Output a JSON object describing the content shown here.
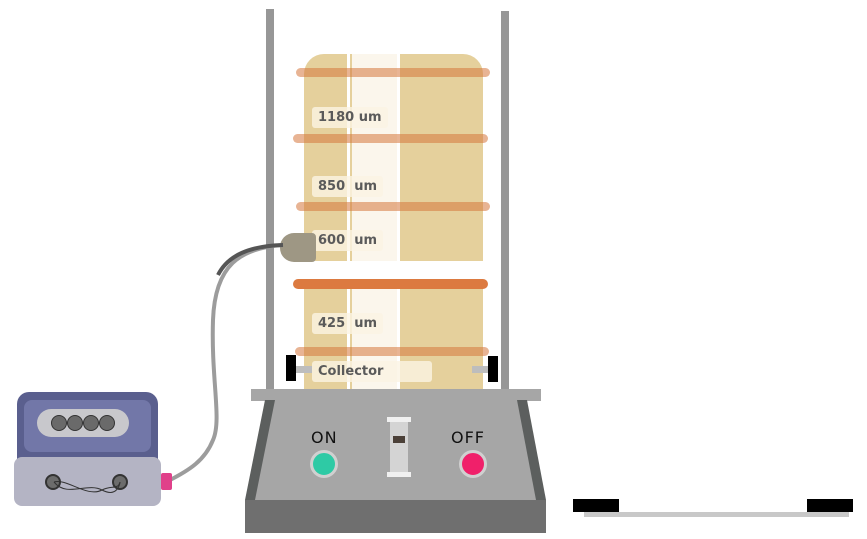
{
  "scene": {
    "title": "Sieve shaker apparatus"
  },
  "sieves": [
    {
      "label": "1180 um"
    },
    {
      "label": "850  um"
    },
    {
      "label": "600  um"
    },
    {
      "label": "425  um"
    },
    {
      "label": "Collector"
    }
  ],
  "shaker": {
    "on_label": "ON",
    "off_label": "OFF",
    "on_color": "#2ecaa5",
    "off_color": "#f0206a"
  },
  "controller": {
    "display_dots": 4
  },
  "colors": {
    "sieve_body": "#e5d09c",
    "band": "#dc7a40",
    "rod": "#979797",
    "controller_body": "#5a5f8e",
    "controller_front": "#b4b4c4",
    "connector": "#e0408a"
  }
}
